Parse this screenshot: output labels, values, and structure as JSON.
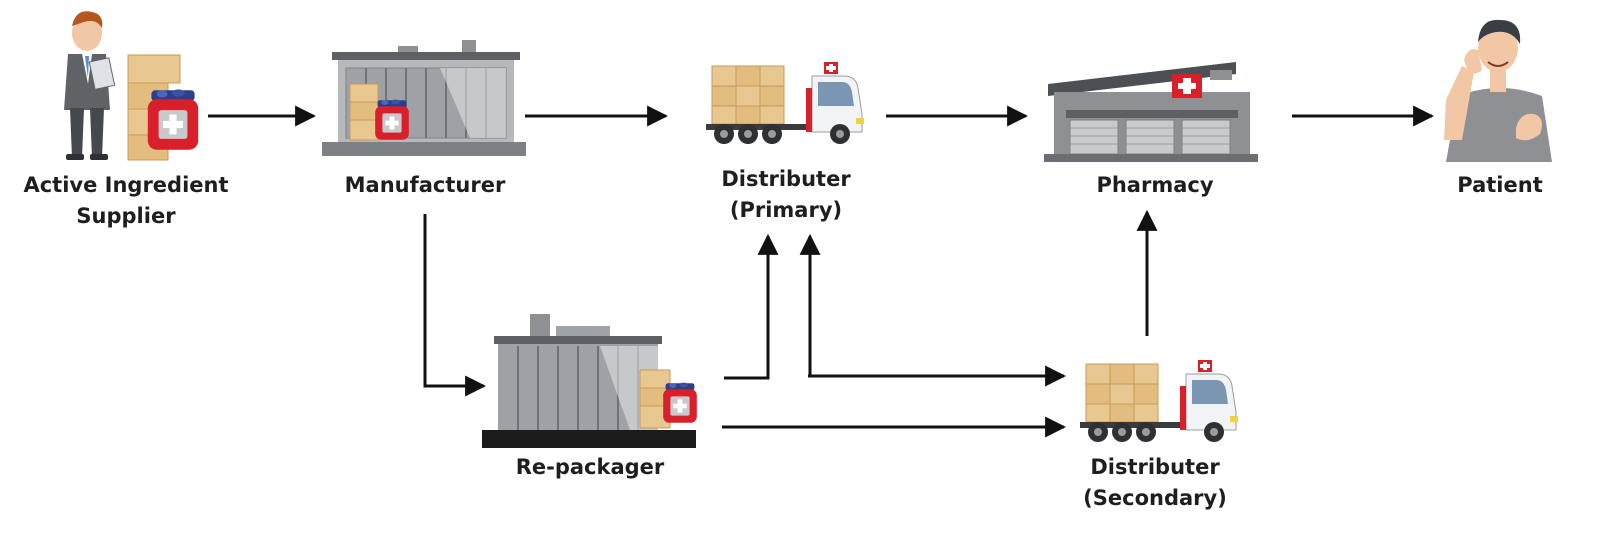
{
  "nodes": {
    "supplier": {
      "label_line1": "Active Ingredient",
      "label_line2": "Supplier"
    },
    "manufacturer": {
      "label": "Manufacturer"
    },
    "distributor_primary": {
      "label_line1": "Distributer",
      "label_line2": "(Primary)"
    },
    "pharmacy": {
      "label": "Pharmacy"
    },
    "patient": {
      "label": "Patient"
    },
    "repackager": {
      "label": "Re-packager"
    },
    "distributor_secondary": {
      "label_line1": "Distributer",
      "label_line2": "(Secondary)"
    }
  },
  "edges": [
    {
      "from": "supplier",
      "to": "manufacturer"
    },
    {
      "from": "manufacturer",
      "to": "distributor_primary"
    },
    {
      "from": "distributor_primary",
      "to": "pharmacy"
    },
    {
      "from": "pharmacy",
      "to": "patient"
    },
    {
      "from": "manufacturer",
      "to": "repackager"
    },
    {
      "from": "repackager",
      "to": "distributor_primary"
    },
    {
      "from": "distributor_secondary",
      "to": "distributor_primary"
    },
    {
      "from": "repackager",
      "to": "distributor_secondary"
    },
    {
      "from": "distributor_primary",
      "to": "distributor_secondary"
    },
    {
      "from": "distributor_secondary",
      "to": "pharmacy"
    }
  ],
  "colors": {
    "arrow": "#111111",
    "building": "#8e9094",
    "building_dark": "#5d6064",
    "box": "#e9c790",
    "box_dark": "#c99a57",
    "medical_red": "#d81f2a",
    "truck_cab": "#f2f3f5",
    "wheel": "#2f3033"
  },
  "icons": {
    "supplier": "businessman-with-clipboard-icon",
    "manufacturer": "factory-building-icon",
    "truck": "delivery-truck-icon",
    "pharmacy": "pharmacy-building-icon",
    "patient": "patient-person-icon",
    "repackager": "repackaging-warehouse-icon",
    "medicine": "medicine-jar-icon"
  }
}
